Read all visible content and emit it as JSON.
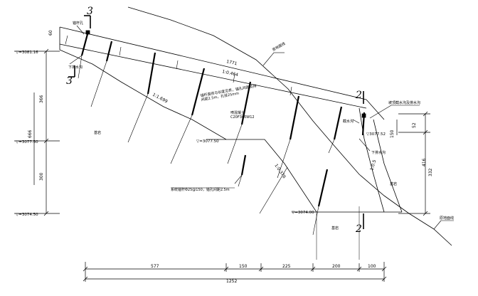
{
  "drawing": {
    "elevations": {
      "top_left": "▽=3081.16",
      "mid_left": "▽=3077.50",
      "bottom_left": "▽=3074.50",
      "mid_slope": "▽=3077.50",
      "right": "▽3077.52",
      "bottom": "▽=3074.00"
    },
    "section_marks": {
      "three_top": "3",
      "three_bottom": "3",
      "two_top": "2",
      "two_bottom": "2"
    },
    "dimensions": {
      "top_left_short": "60",
      "left_upper": "366",
      "left_total": "666",
      "left_lower": "300",
      "bottom_1": "577",
      "bottom_2": "150",
      "bottom_3": "225",
      "bottom_4": "200",
      "bottom_5": "100",
      "bottom_total": "1252",
      "slab_length": "1771",
      "right_top": "52",
      "right_lower": "332",
      "right_total": "416",
      "right_step": "150"
    },
    "slopes": {
      "slab": "1:0.464",
      "upper": "1:1.699",
      "lower": "1:0.376",
      "right": "1:0.5"
    },
    "labels": {
      "anchor_left": "锚杆孔",
      "drain_left": "下排水沟",
      "ground_line": "原地面线",
      "anchor_spec_upper": "锚杆直径与长度见表，锚孔间距及排\n间距2.5m，孔径25mm",
      "concrete": "喷混凝土\nC20F300W12",
      "rock_left": "基岩",
      "anchor_spec_lower": "系统锚杆Φ25@150，锚孔间距2.5m",
      "rock_bottom": "基岩",
      "rock_right": "基岩",
      "right_top_note": "坡顶截水沟及排水沟",
      "right_drain": "截水沟",
      "right_drain_low": "下排水沟",
      "right_ground": "原地面线"
    }
  }
}
